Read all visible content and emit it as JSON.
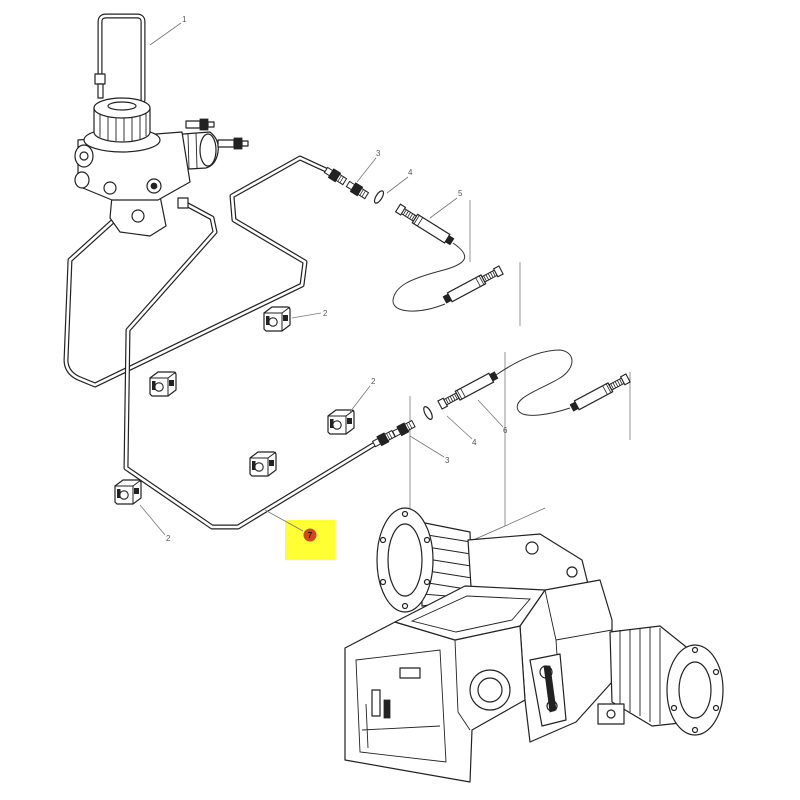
{
  "diagram": {
    "callouts": [
      "1",
      "3",
      "4",
      "5",
      "2",
      "2",
      "3",
      "4",
      "6",
      "7",
      "2"
    ],
    "highlight_color": "#ffff33",
    "marker_color": "#d2461e",
    "line_color": "#222222"
  }
}
